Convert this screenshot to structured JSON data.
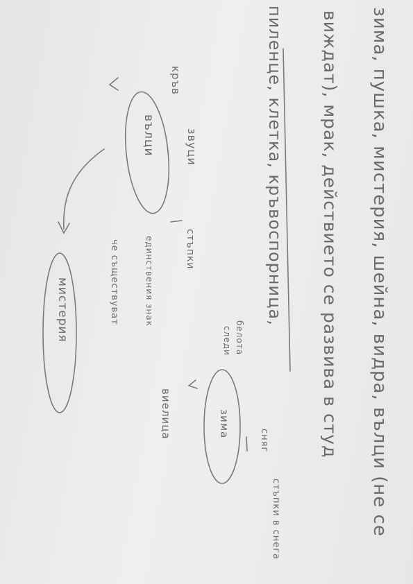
{
  "note": {
    "line1": "зима, пушка, мистерия, шейна, видра, вълци (не се",
    "line2": "виждат), мрак, действието се развива в студ",
    "line3": "пиленце, клетка, кръвоспорница,",
    "snow_traces": "стъпки в снега",
    "blood": "кръв",
    "sounds": "звуци",
    "wolves": "вълци",
    "steps": "стъпки",
    "single_sign": "единствения знак",
    "that_exist": "че съществуват",
    "mystery": "мистерия",
    "winter": "зима",
    "snow": "сняг",
    "howling": "виелица",
    "white": "белота",
    "tracks": "следи"
  }
}
